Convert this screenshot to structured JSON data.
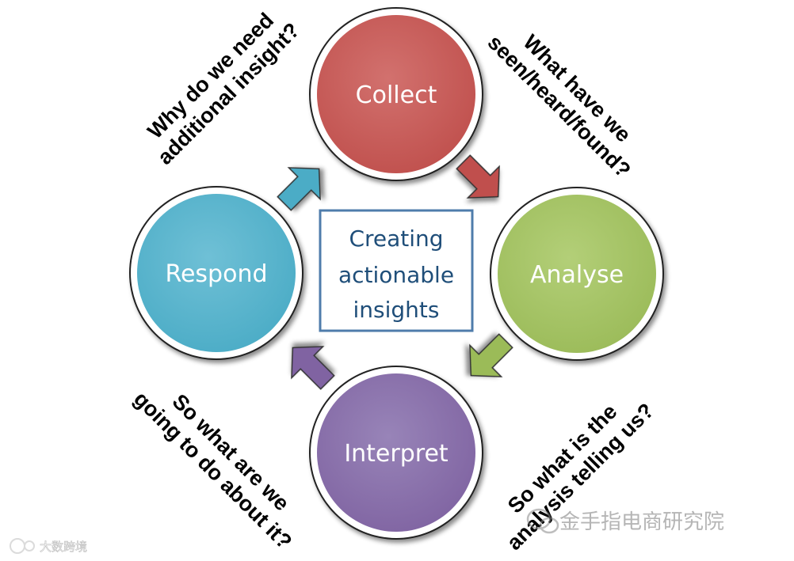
{
  "center": {
    "lines": [
      "Creating",
      "actionable",
      "insights"
    ],
    "border_color": "#4f7cab"
  },
  "steps": {
    "collect": {
      "label": "Collect",
      "color": "#c0504d"
    },
    "analyse": {
      "label": "Analyse",
      "color": "#9bbb59"
    },
    "interpret": {
      "label": "Interpret",
      "color": "#8064a2"
    },
    "respond": {
      "label": "Respond",
      "color": "#4bacc6"
    }
  },
  "arrows": {
    "collect_to_analyse": {
      "color": "#c0504d",
      "icon": "arrow-down-right-icon"
    },
    "analyse_to_interpret": {
      "color": "#9bbb59",
      "icon": "arrow-down-left-icon"
    },
    "interpret_to_respond": {
      "color": "#8064a2",
      "icon": "arrow-up-left-icon"
    },
    "respond_to_collect": {
      "color": "#4bacc6",
      "icon": "arrow-up-right-icon"
    }
  },
  "questions": {
    "top_left": [
      "Why do we need",
      "additional insight?"
    ],
    "top_right": [
      "What have we",
      "seen/heard/found?"
    ],
    "bottom_right": [
      "So what is the",
      "analysis telling us?"
    ],
    "bottom_left": [
      "So what are we",
      "going to do about it?"
    ]
  },
  "watermarks": {
    "bottom_right": "金手指电商研究院",
    "bottom_left": "大数跨境"
  }
}
